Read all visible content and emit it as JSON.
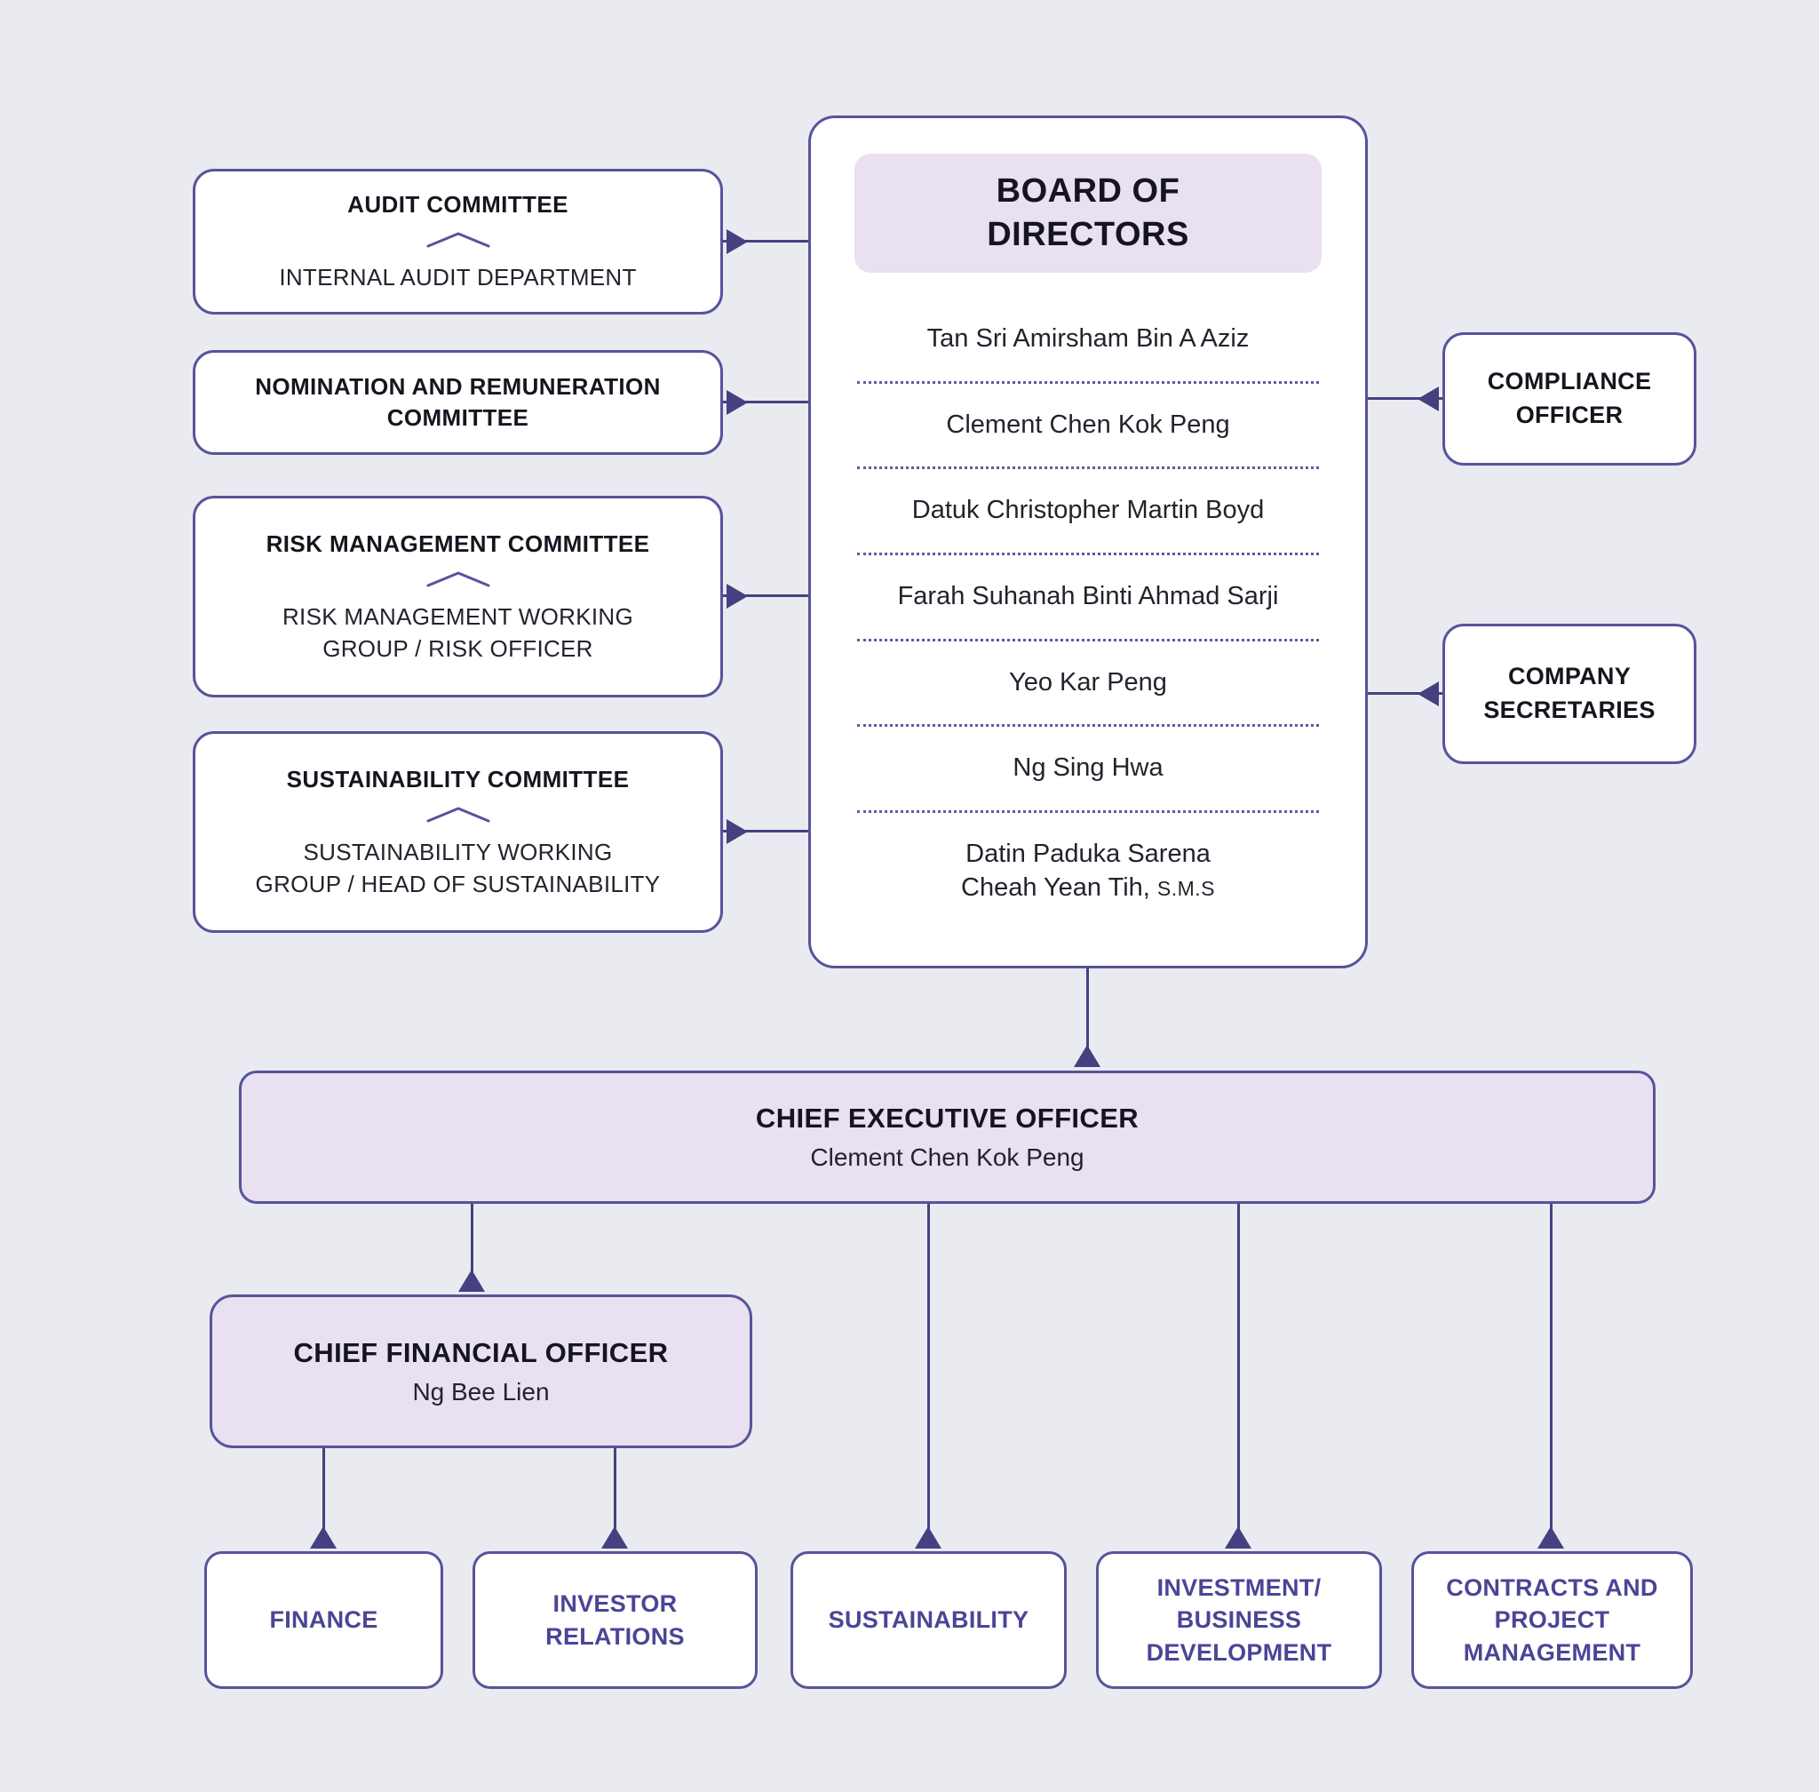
{
  "board": {
    "title": "BOARD OF\nDIRECTORS",
    "directors": [
      "Tan Sri Amirsham Bin A Aziz",
      "Clement Chen Kok Peng",
      "Datuk Christopher Martin Boyd",
      "Farah Suhanah Binti Ahmad Sarji",
      "Yeo Kar Peng",
      "Ng Sing Hwa"
    ],
    "last_director": {
      "line1": "Datin Paduka Sarena",
      "line2": "Cheah Yean Tih,",
      "suffix": "S.M.S"
    }
  },
  "committees": [
    {
      "title": "AUDIT COMMITTEE",
      "subtitle": "INTERNAL AUDIT DEPARTMENT"
    },
    {
      "title": "NOMINATION AND REMUNERATION COMMITTEE",
      "subtitle": ""
    },
    {
      "title": "RISK MANAGEMENT COMMITTEE",
      "subtitle": "RISK MANAGEMENT WORKING\nGROUP / RISK OFFICER"
    },
    {
      "title": "SUSTAINABILITY COMMITTEE",
      "subtitle": "SUSTAINABILITY WORKING\nGROUP / HEAD OF SUSTAINABILITY"
    }
  ],
  "officers": [
    {
      "label": "COMPLIANCE\nOFFICER"
    },
    {
      "label": "COMPANY\nSECRETARIES"
    }
  ],
  "ceo": {
    "title": "CHIEF EXECUTIVE OFFICER",
    "name": "Clement Chen Kok Peng"
  },
  "cfo": {
    "title": "CHIEF FINANCIAL OFFICER",
    "name": "Ng Bee Lien"
  },
  "departments": [
    {
      "label": "FINANCE"
    },
    {
      "label": "INVESTOR\nRELATIONS"
    },
    {
      "label": "SUSTAINABILITY"
    },
    {
      "label": "INVESTMENT/\nBUSINESS\nDEVELOPMENT"
    },
    {
      "label": "CONTRACTS AND\nPROJECT\nMANAGEMENT"
    }
  ],
  "colors": {
    "background": "#eaeaf1",
    "box_border": "#57539b",
    "tint_fill": "#e9e0f1",
    "connector": "#454180",
    "department_text": "#4a4596",
    "divider_dotted": "#5d59a4"
  }
}
